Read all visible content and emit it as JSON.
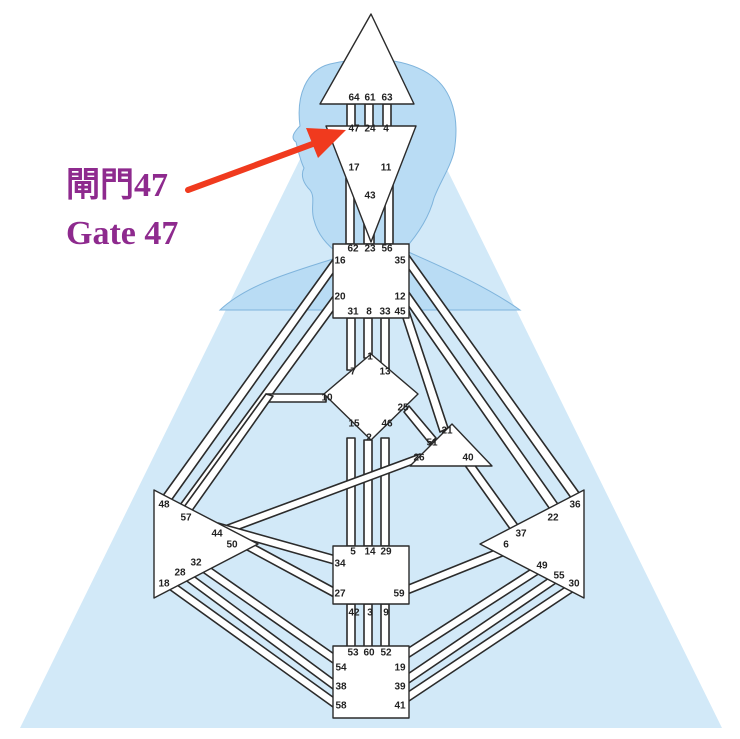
{
  "caption": {
    "line1_chinese": "閘門",
    "line1_number": "47",
    "line2": "Gate 47"
  },
  "colors": {
    "caption": "#8e2a8e",
    "arrow": "#f03a1e",
    "triangle": "#d2e9f8",
    "silhouette": "#b9dcf4",
    "outline": "#2b2b2b"
  },
  "gates": {
    "g64": "64",
    "g61": "61",
    "g63": "63",
    "g47": "47",
    "g24": "24",
    "g4": "4",
    "g17": "17",
    "g11": "11",
    "g43": "43",
    "g62": "62",
    "g23": "23",
    "g56": "56",
    "g16": "16",
    "g35": "35",
    "g20": "20",
    "g12": "12",
    "g31": "31",
    "g8": "8",
    "g33": "33",
    "g45": "45",
    "g1": "1",
    "g7": "7",
    "g13": "13",
    "g10": "10",
    "g25": "25",
    "g15": "15",
    "g46": "46",
    "g2": "2",
    "g21": "21",
    "g51": "51",
    "g26": "26",
    "g40": "40",
    "g48": "48",
    "g57": "57",
    "g44": "44",
    "g50": "50",
    "g32": "32",
    "g28": "28",
    "g18": "18",
    "g36": "36",
    "g22": "22",
    "g37": "37",
    "g6": "6",
    "g49": "49",
    "g55": "55",
    "g30": "30",
    "g5": "5",
    "g14": "14",
    "g29": "29",
    "g34": "34",
    "g27": "27",
    "g59": "59",
    "g42": "42",
    "g3": "3",
    "g9": "9",
    "g53": "53",
    "g60": "60",
    "g52": "52",
    "g54": "54",
    "g19": "19",
    "g38": "38",
    "g39": "39",
    "g58": "58",
    "g41": "41"
  }
}
